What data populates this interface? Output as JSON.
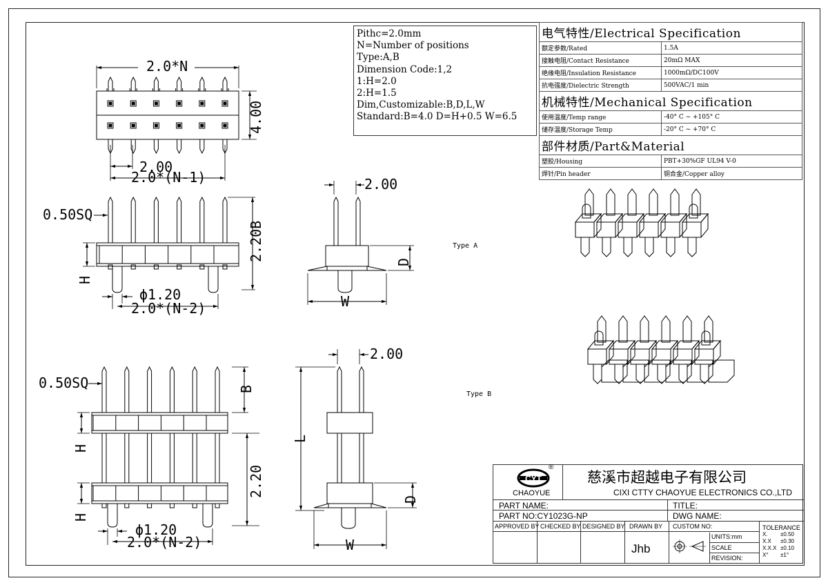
{
  "dims": {
    "pitch_n": "2.0*N",
    "height_400": "4.00",
    "pitch_200_a": "2.00",
    "pitch_n1": "2.0*(N-1)",
    "sq_a": "0.50SQ",
    "len_220_b": "2.20B",
    "h_a": "H",
    "dia_a": "ϕ1.20",
    "pitch_n2_a": "2.0*(N-2)",
    "side_200_a": "2.00",
    "d_a": "D",
    "w_a": "W",
    "sq_b": "0.50SQ",
    "b_b": "B",
    "h_b1": "H",
    "len_220_b2": "2.20",
    "h_b2": "H",
    "dia_b": "ϕ1.20",
    "pitch_n2_b": "2.0*(N-2)",
    "side_200_b": "2.00",
    "l_b": "L",
    "d_b": "D",
    "w_b": "W"
  },
  "notes": [
    "Pithc=2.0mm",
    "N=Number of positions",
    "Type:A,B",
    "Dimension Code:1,2",
    "1:H=2.0",
    "2:H=1.5",
    "Dim,Customizable:B,D,L,W",
    "Standard:B=4.0 D=H+0.5 W=6.5"
  ],
  "spec": {
    "electrical_title": "电气特性/Electrical Specification",
    "electrical": [
      {
        "k": "额定参数/Rated",
        "v": "1.5A"
      },
      {
        "k": "接触电阻/Contact Resistance",
        "v": "20mΩ MAX"
      },
      {
        "k": "绝缘电阻/Insulation Resistance",
        "v": "1000mΩ/DC100V"
      },
      {
        "k": "抗电强度/Dielectric Strength",
        "v": "500VAC/1 min"
      }
    ],
    "mechanical_title": "机械特性/Mechanical Specification",
    "mechanical": [
      {
        "k": "使用温度/Temp range",
        "v": "-40° C ~ +105° C"
      },
      {
        "k": "储存温度/Storage Temp",
        "v": "-20° C ~ +70° C"
      }
    ],
    "material_title": "部件材质/Part&Material",
    "material": [
      {
        "k": "塑胶/Housing",
        "v": "PBT+30%GF  UL94  V-0"
      },
      {
        "k": "焊针/Pin header",
        "v": "铜合金/Copper alloy"
      }
    ]
  },
  "type_a_label": "Type A",
  "type_b_label": "Type B",
  "title_block": {
    "brand": "CHAOYUE",
    "logo_letters": "CYT",
    "registered": "®",
    "company_cn": "慈溪市超越电子有限公司",
    "company_en": "CIXI CTTY CHAOYUE ELECTRONICS CO.,LTD",
    "part_name_label": "PART NAME:",
    "title_label": "TITLE:",
    "part_no_label": "PART NO:CY1023G-NP",
    "dwg_name_label": "DWG NAME:",
    "approved_by": "APPROVED BY",
    "checked_by": "CHECKED BY",
    "designed_by": "DESIGNED BY",
    "drawn_by": "DRAWN BY",
    "drawn_by_value": "Jhb",
    "custom_no": "CUSTOM NO:",
    "units": "UNITS:mm",
    "scale": "SCALE",
    "revision": "REVISION:",
    "tolerance_title": "TOLERANCE",
    "tolerances": [
      {
        "k": "X.",
        "v": "±0.50"
      },
      {
        "k": "X.X",
        "v": "±0.30"
      },
      {
        "k": "X.X.X",
        "v": "±0.10"
      },
      {
        "k": "X°",
        "v": "±1°"
      }
    ]
  }
}
